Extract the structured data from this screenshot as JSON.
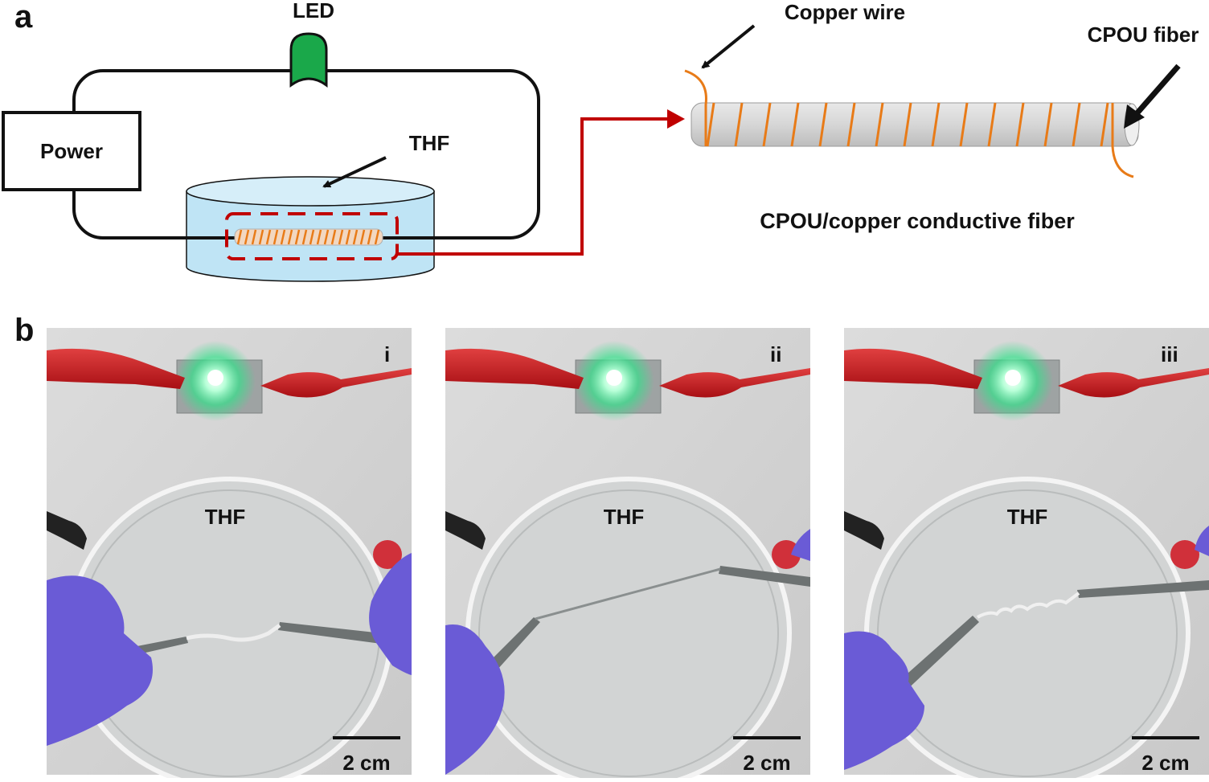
{
  "panel_a": {
    "letter": "a",
    "labels": {
      "led": "LED",
      "power": "Power",
      "thf": "THF",
      "copper_wire": "Copper wire",
      "cpou_fiber": "CPOU fiber",
      "caption": "CPOU/copper conductive fiber"
    }
  },
  "panel_b": {
    "letter": "b",
    "photos": [
      {
        "index": "i",
        "liquid": "THF",
        "scale": "2 cm",
        "fiber_state": "twisted"
      },
      {
        "index": "ii",
        "liquid": "THF",
        "scale": "2 cm",
        "fiber_state": "stretched"
      },
      {
        "index": "iii",
        "liquid": "THF",
        "scale": "2 cm",
        "fiber_state": "crumpled"
      }
    ]
  },
  "colors": {
    "circuit": "#111111",
    "led_green": "#1aa84a",
    "water": "#bfe4f5",
    "copper": "#e87b18",
    "fiber_gray": "#d8d8d8",
    "highlight_red": "#c00000",
    "glove": "#6a5bd6",
    "led_glow": "#34e08a"
  }
}
